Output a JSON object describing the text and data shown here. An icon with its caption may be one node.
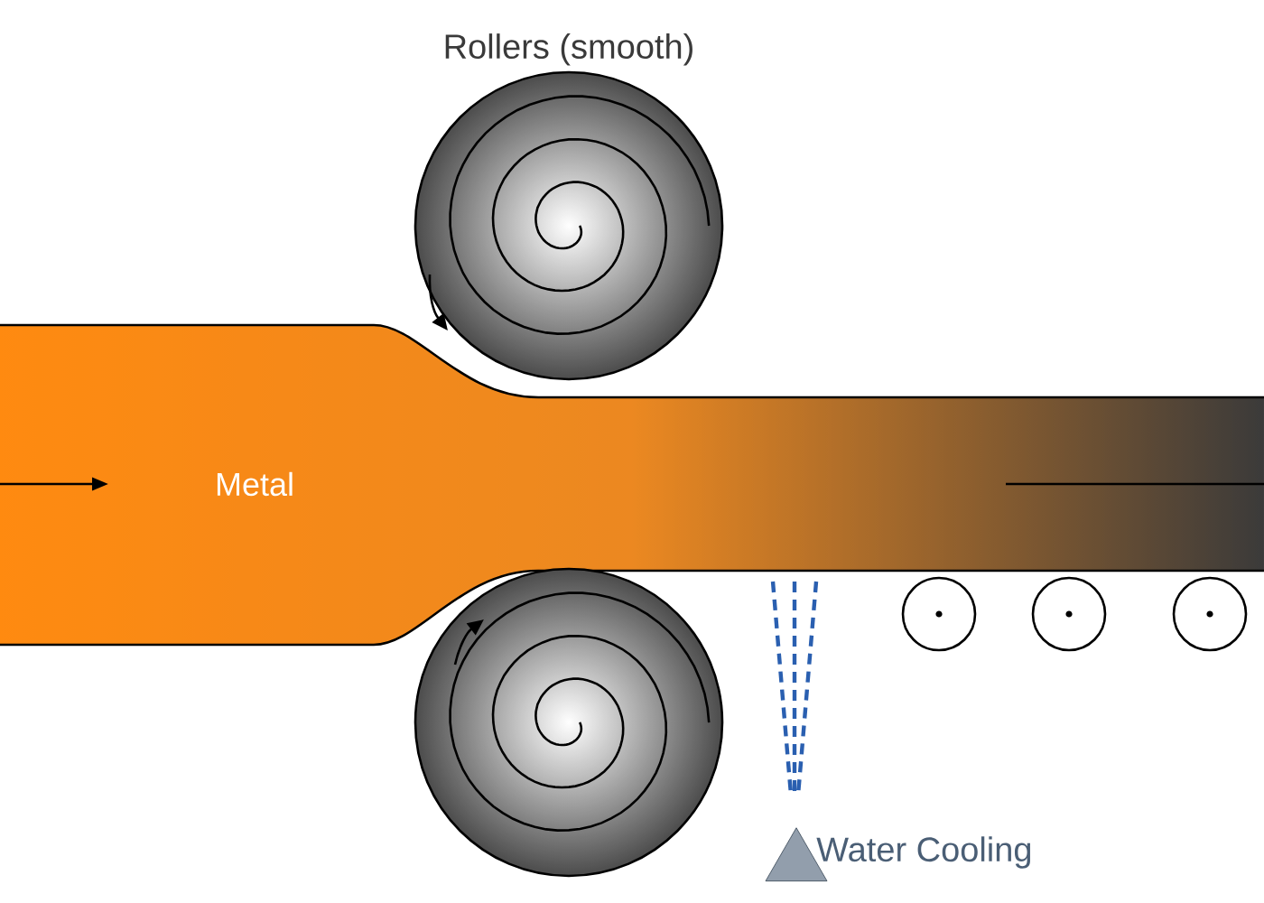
{
  "diagram": {
    "nodes": [
      {
        "text": [
          "Metal"
        ]
      },
      {
        "text": [
          "Rollers (smooth)"
        ]
      },
      {
        "text": [],
        "shape": "circle"
      },
      {
        "text": [
          "Water Cooling"
        ]
      }
    ]
  }
}
